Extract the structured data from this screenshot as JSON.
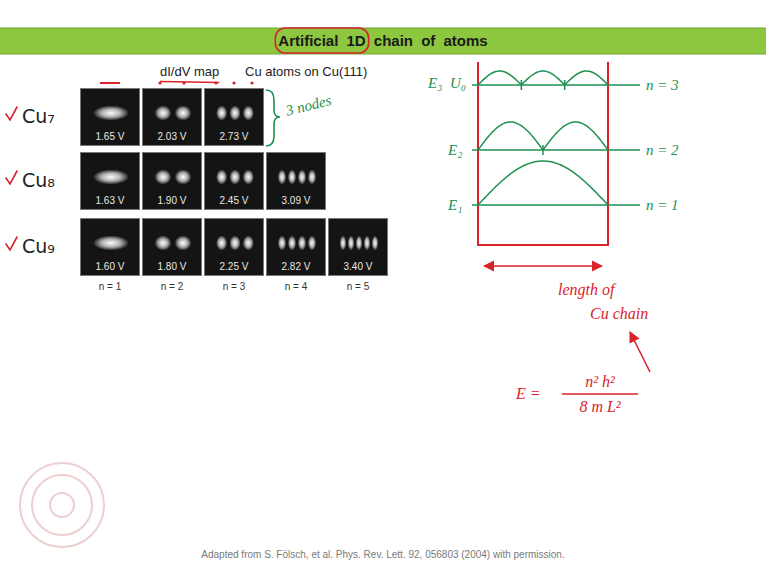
{
  "diagram": {
    "title": "Artificial 1D chain of atoms",
    "caption": "Adapted from S. Fölsch, et al. Phys. Rev. Lett. 92, 056803 (2004) with permission.",
    "nodes": [
      {
        "text": [
          "1.65 V"
        ]
      },
      {
        "text": [
          "2.03 V"
        ]
      },
      {
        "text": [
          "2.73 V"
        ]
      },
      {
        "text": [
          "1.63 V"
        ]
      },
      {
        "text": [
          "1.90 V"
        ]
      },
      {
        "text": [
          "2.45 V"
        ]
      },
      {
        "text": [
          "3.09 V"
        ]
      },
      {
        "text": [
          "1.60 V"
        ]
      },
      {
        "text": [
          "1.80 V"
        ]
      },
      {
        "text": [
          "2.25 V"
        ]
      },
      {
        "text": [
          "2.82 V"
        ]
      },
      {
        "text": [
          "3.40 V"
        ]
      }
    ],
    "labels": [
      "dI/dV map",
      "Cu atoms on Cu(111)",
      "Cu₇",
      "Cu₈",
      "Cu₉",
      "n = 1",
      "n = 2",
      "n = 3",
      "n = 4",
      "n = 5",
      "3 nodes",
      "E₃",
      "U₀",
      "E₂",
      "E₁",
      "n = 3",
      "n = 2",
      "n = 1",
      "length of",
      "Cu chain",
      "E =",
      "n² h²",
      "8 m L²"
    ]
  }
}
